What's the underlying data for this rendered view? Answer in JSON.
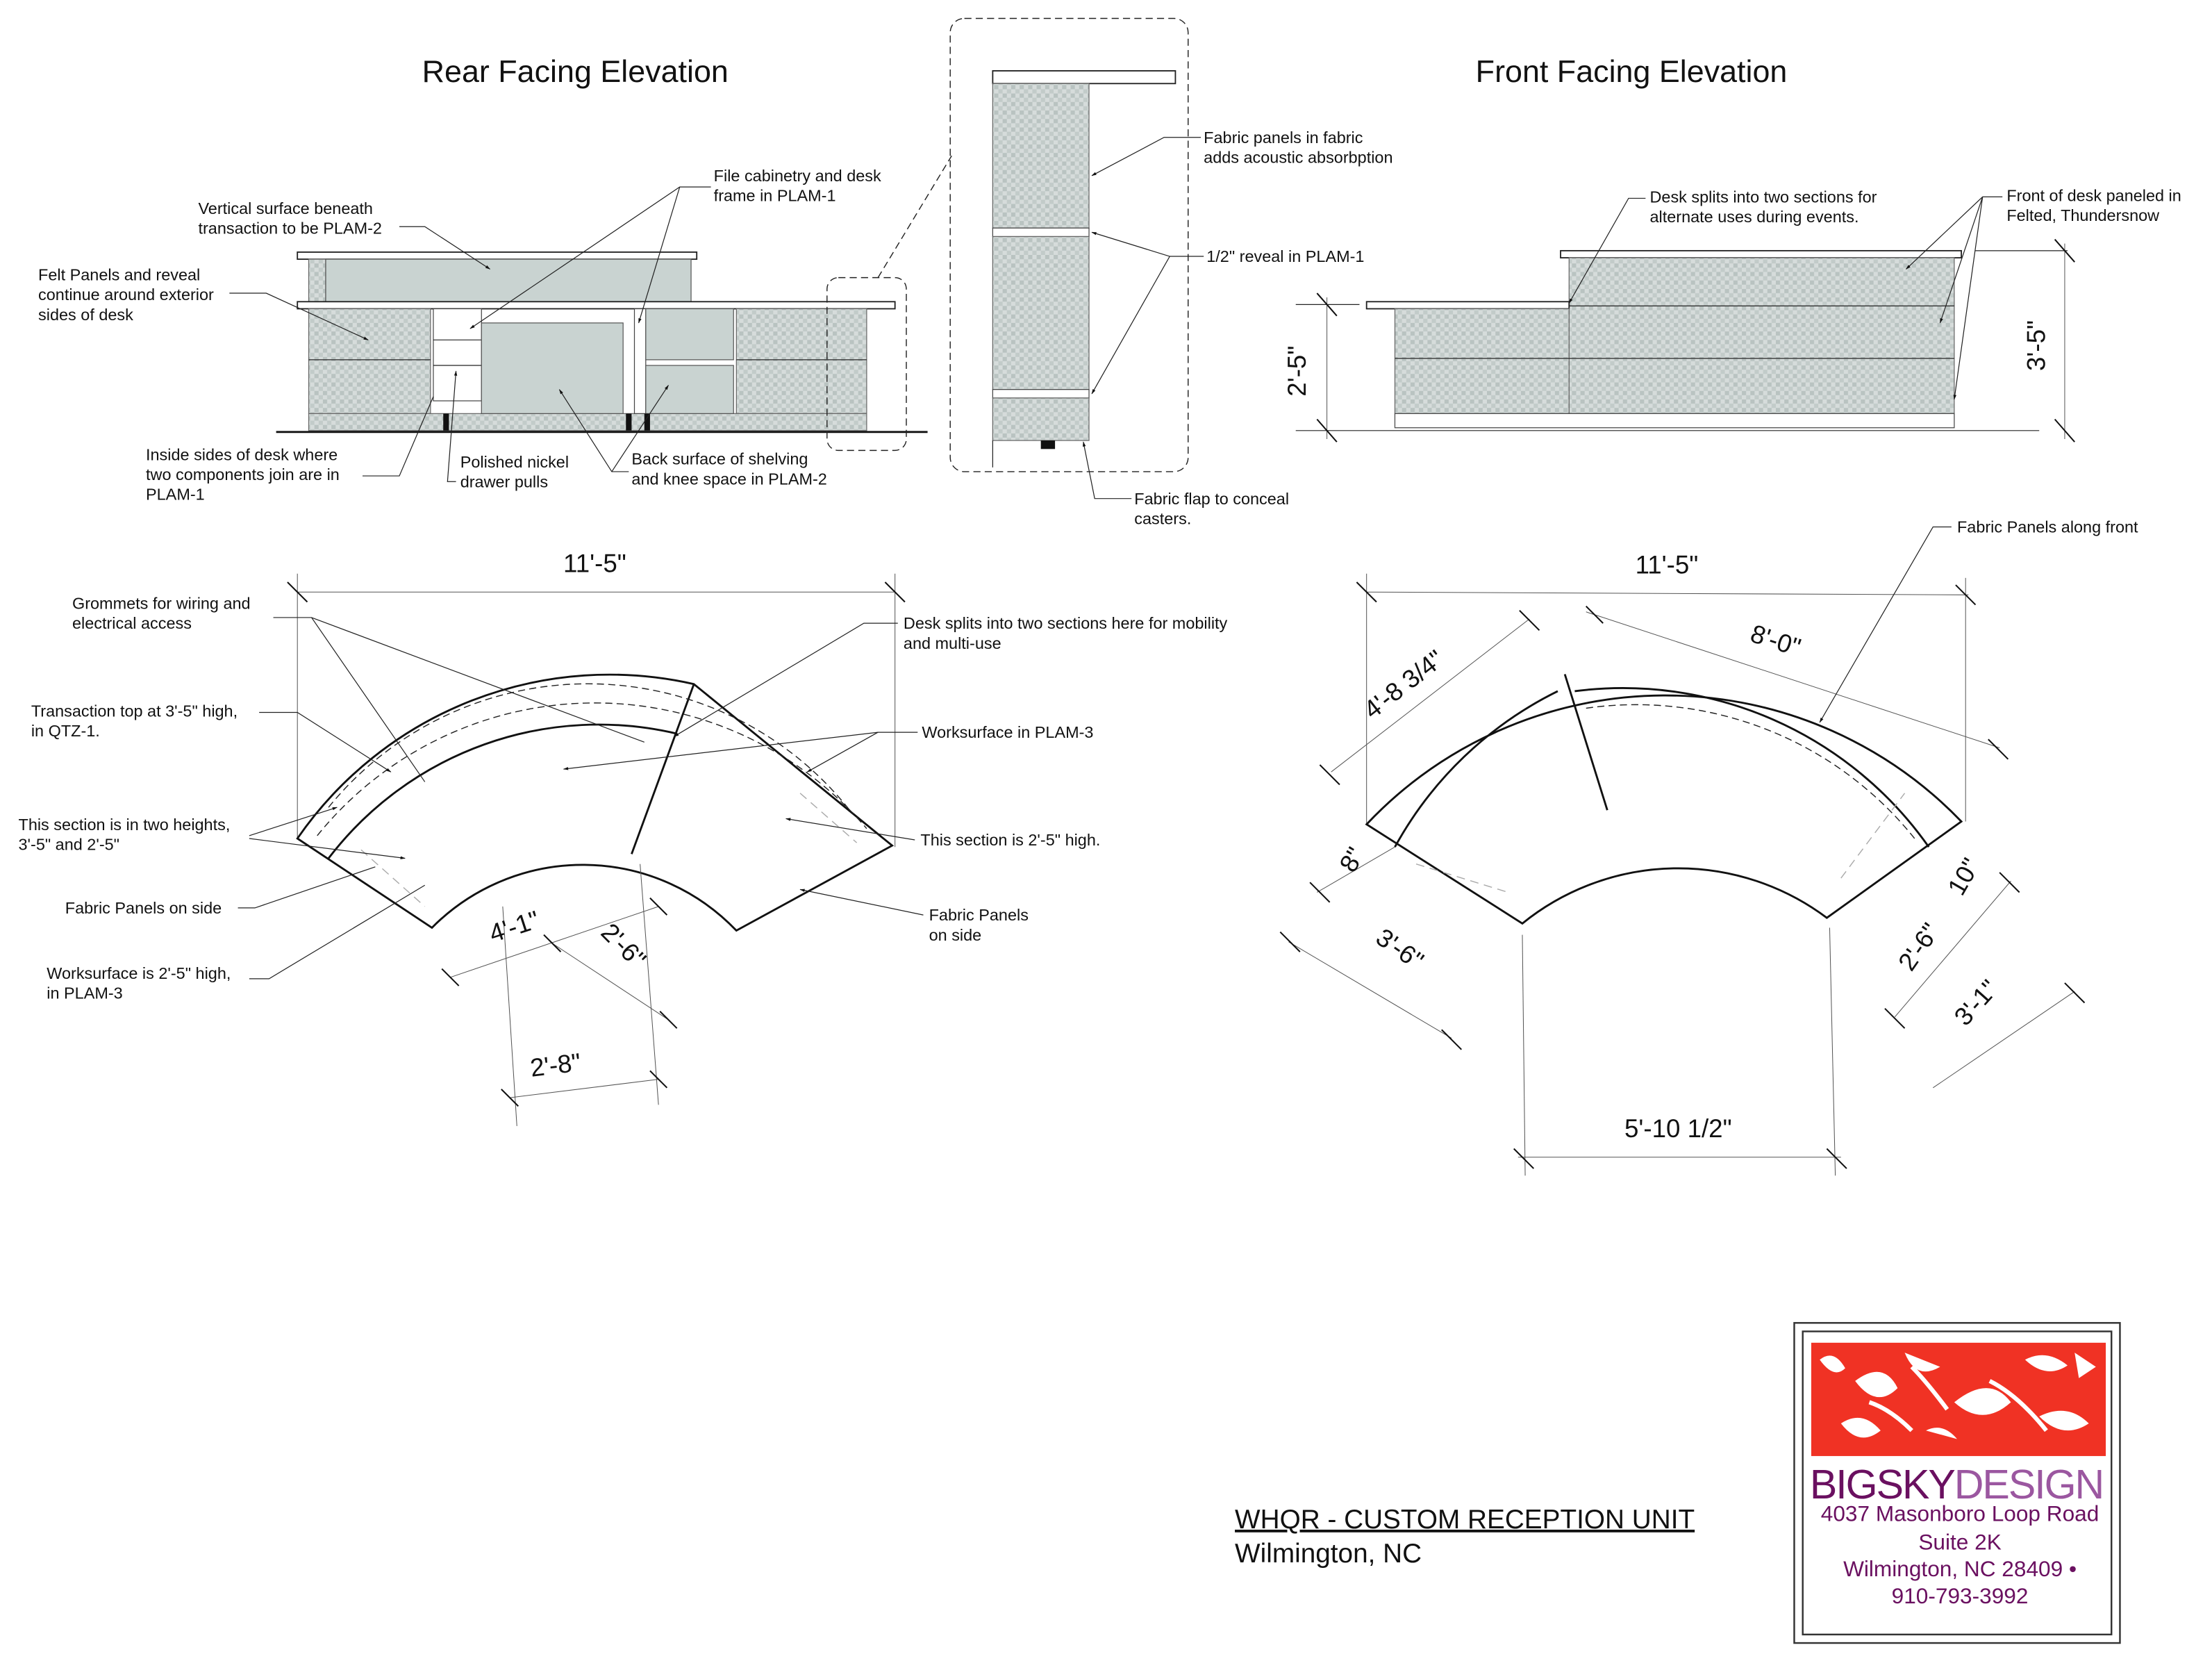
{
  "rear_elevation": {
    "title": "Rear Facing Elevation",
    "notes": {
      "vertical_surface": [
        "Vertical surface beneath",
        "transaction to be PLAM-2"
      ],
      "file_cabinetry": [
        "File cabinetry and desk",
        "frame in PLAM-1"
      ],
      "felt_panels": [
        "Felt Panels and reveal",
        "continue around exterior",
        "sides of desk"
      ],
      "inside_sides": [
        "Inside sides of desk where",
        "two components join are in",
        "PLAM-1"
      ],
      "drawer_pulls": [
        "Polished nickel",
        "drawer pulls"
      ],
      "back_surface": [
        "Back surface of shelving",
        "and knee space in PLAM-2"
      ]
    }
  },
  "section_detail": {
    "notes": {
      "fabric_panels": [
        "Fabric panels in fabric",
        "adds acoustic absorbption"
      ],
      "reveal": "1/2\" reveal in PLAM-1",
      "fabric_flap": [
        "Fabric flap to conceal",
        "casters."
      ]
    }
  },
  "front_elevation": {
    "title": "Front Facing Elevation",
    "notes": {
      "desk_splits": [
        "Desk splits into two sections for",
        "alternate uses during events."
      ],
      "front_paneled": [
        "Front of desk paneled in",
        "Felted, Thundersnow"
      ]
    },
    "dims": {
      "low": "2'-5\"",
      "high": "3'-5\""
    }
  },
  "plan_left": {
    "notes": {
      "grommets": [
        "Grommets for wiring and",
        "electrical access"
      ],
      "transaction_top": [
        "Transaction top at 3'-5\" high,",
        "in QTZ-1."
      ],
      "two_heights": [
        "This section is in two heights,",
        "3'-5\" and 2'-5\""
      ],
      "fabric_side": "Fabric Panels on side",
      "worksurface_low": [
        "Worksurface is 2'-5\" high,",
        "in PLAM-3"
      ],
      "desk_splits": [
        "Desk splits into two sections here for mobility",
        "and multi-use"
      ],
      "worksurface_plam3": "Worksurface in PLAM-3",
      "section_low": "This section is 2'-5\" high.",
      "fabric_side_right": [
        "Fabric Panels",
        "on side"
      ]
    },
    "dims": {
      "overall": "11'-5\"",
      "d1": "4'-1\"",
      "d2": "2'-6\"",
      "d3": "2'-8\""
    }
  },
  "plan_right": {
    "notes": {
      "fabric_front": "Fabric Panels along front"
    },
    "dims": {
      "overall": "11'-5\"",
      "arc": "8'-0\"",
      "left_seg": "4'-8 3/4\"",
      "d8": "8\"",
      "d36": "3'-6\"",
      "d10": "10\"",
      "d26": "2'-6\"",
      "d31": "3'-1\"",
      "bottom": "5'-10 1/2\""
    }
  },
  "title_block": {
    "project": "WHQR - CUSTOM RECEPTION UNIT",
    "location": "Wilmington, NC"
  },
  "logo": {
    "brand_bold": "BIGSKY",
    "brand_light": "DESIGN",
    "address1": "4037 Masonboro Loop Road",
    "address2": "Suite 2K",
    "address3": "Wilmington, NC 28409  •",
    "phone": "910-793-3992",
    "colors": {
      "red": "#f03224",
      "purple": "#6a1060"
    }
  }
}
